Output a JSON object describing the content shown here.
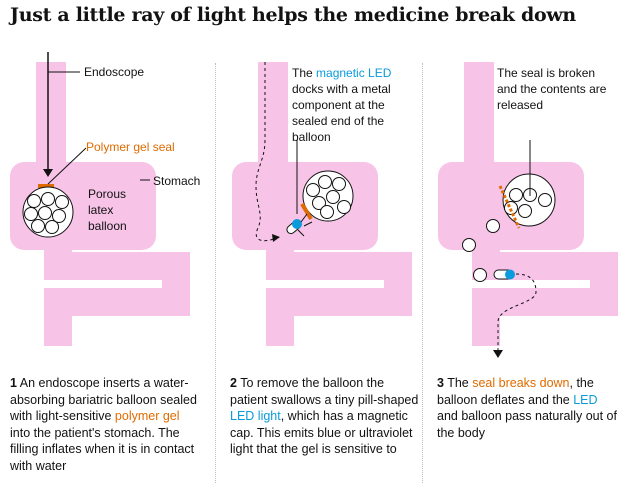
{
  "title": "Just a little ray of light helps the medicine break down",
  "colors": {
    "organ": "#f7c4e8",
    "seal": "#e06b00",
    "led": "#0a9bdc",
    "text": "#121212"
  },
  "panel1": {
    "endoscope_label": "Endoscope",
    "seal_label": "Polymer gel seal",
    "stomach_label": "Stomach",
    "balloon_label": "Porous latex balloon",
    "caption": {
      "num": "1",
      "text1": "An endoscope inserts a water-absorbing bariatric balloon sealed with light-sensitive",
      "highlight": "polymer gel",
      "text2": "into the patient's stomach. The filling inflates when it is in contact with water"
    }
  },
  "panel2": {
    "label_pre": "The",
    "label_highlight": "magnetic LED",
    "label_post": "docks with a metal component at the sealed end of the balloon",
    "caption": {
      "num": "2",
      "text1": "To remove the balloon the patient swallows a tiny pill-shaped",
      "highlight": "LED light",
      "text2": ", which has a magnetic cap. This emits blue or ultraviolet light that the gel is sensitive to"
    }
  },
  "panel3": {
    "label": "The seal is broken and the contents are released",
    "caption": {
      "num": "3",
      "text1": "The",
      "highlight1": "seal breaks down",
      "text2": ", the balloon deflates and the",
      "highlight2": "LED",
      "text3": "and balloon pass naturally out of the body"
    }
  }
}
